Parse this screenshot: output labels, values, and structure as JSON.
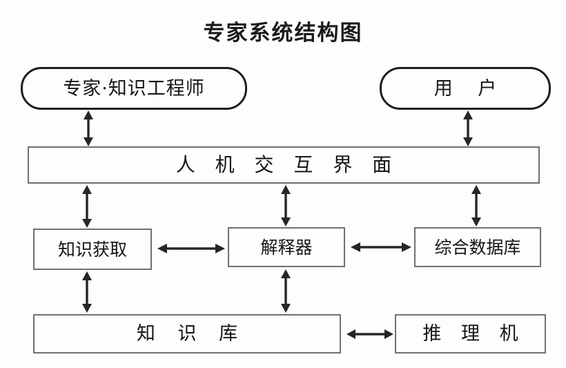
{
  "diagram": {
    "title": "专家系统结构图",
    "type": "block-flow-diagram",
    "background_color": "#fdfdfb",
    "node_border_color": "#70706e",
    "pill_border_color": "#1d1d1d",
    "arrow_color": "#262626",
    "text_color": "#151515"
  },
  "nodes": {
    "expert": {
      "label": "专家·知识工程师",
      "shape": "rounded-rectangle"
    },
    "user": {
      "label": "用 户",
      "shape": "rounded-rectangle"
    },
    "interface": {
      "label": "人 机 交 互 界 面",
      "shape": "rectangle"
    },
    "acquisition": {
      "label": "知识获取",
      "shape": "rectangle"
    },
    "interpreter": {
      "label": "解释器",
      "shape": "rectangle"
    },
    "database": {
      "label": "综合数据库",
      "shape": "rectangle"
    },
    "knowledge_base": {
      "label": "知 识 库",
      "shape": "rectangle"
    },
    "inference_engine": {
      "label": "推 理 机",
      "shape": "rectangle"
    }
  },
  "connections": [
    {
      "from": "expert",
      "to": "interface",
      "style": "double-headed",
      "orientation": "vertical"
    },
    {
      "from": "user",
      "to": "interface",
      "style": "double-headed",
      "orientation": "vertical"
    },
    {
      "from": "interface",
      "to": "acquisition",
      "style": "double-headed",
      "orientation": "vertical"
    },
    {
      "from": "interface",
      "to": "interpreter",
      "style": "double-headed",
      "orientation": "vertical"
    },
    {
      "from": "interface",
      "to": "database",
      "style": "double-headed",
      "orientation": "vertical"
    },
    {
      "from": "acquisition",
      "to": "interpreter",
      "style": "double-headed",
      "orientation": "horizontal"
    },
    {
      "from": "interpreter",
      "to": "database",
      "style": "double-headed",
      "orientation": "horizontal"
    },
    {
      "from": "acquisition",
      "to": "knowledge_base",
      "style": "double-headed",
      "orientation": "vertical"
    },
    {
      "from": "interpreter",
      "to": "knowledge_base",
      "style": "double-headed",
      "orientation": "vertical"
    },
    {
      "from": "knowledge_base",
      "to": "inference_engine",
      "style": "double-headed",
      "orientation": "horizontal"
    }
  ]
}
